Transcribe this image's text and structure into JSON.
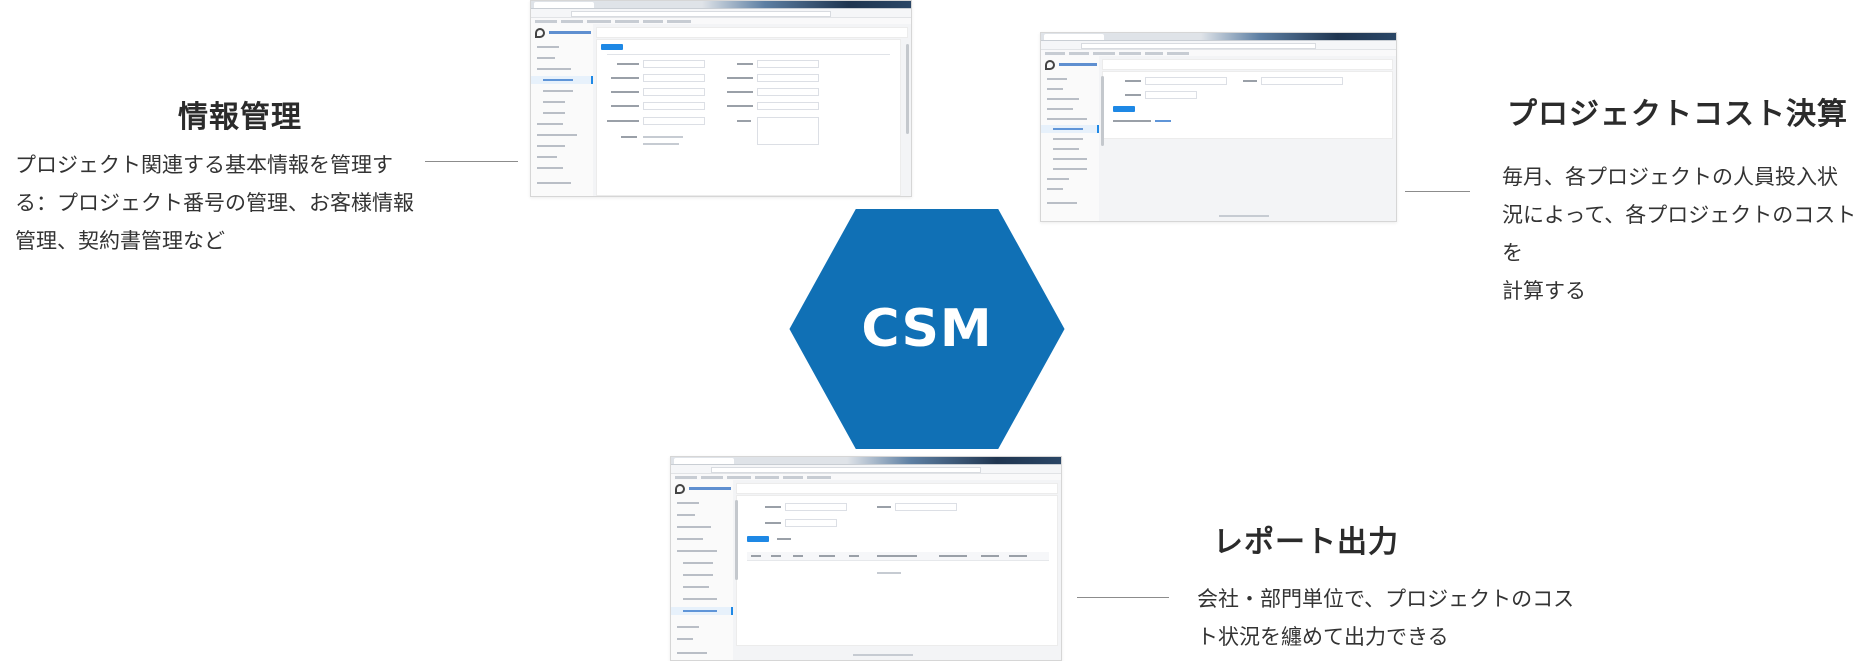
{
  "center": {
    "label": "CSM",
    "fill": "#1070B5",
    "border": "#FFFFFF"
  },
  "features": {
    "info": {
      "title": "情報管理",
      "desc_lines": [
        "プロジェクト関連する基本情報を管理す",
        "る：プロジェクト番号の管理、お客様情報",
        "管理、契約書管理など"
      ]
    },
    "cost": {
      "title": "プロジェクトコスト決算",
      "desc_lines": [
        "毎月、各プロジェクトの人員投入状",
        "況によって、各プロジェクトのコストを",
        "計算する"
      ]
    },
    "report": {
      "title": "レポート出力",
      "desc_lines": [
        "会社・部門単位で、プロジェクトのコス",
        "ト状況を纏めて出力できる"
      ]
    }
  },
  "colors": {
    "accent": "#1E88E5",
    "connector": "#8C8C8C"
  }
}
